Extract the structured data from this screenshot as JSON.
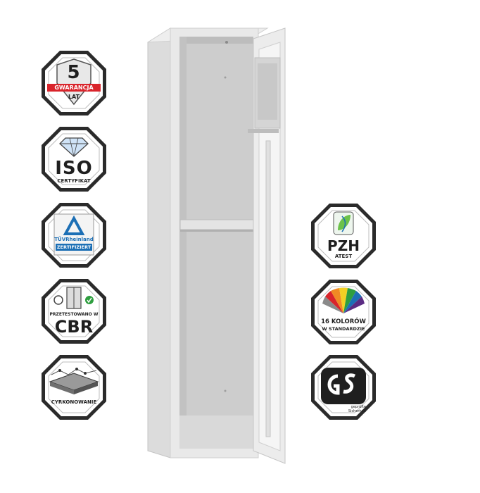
{
  "badges_left": [
    {
      "id": "warranty",
      "number": "5",
      "band": "GWARANCJA",
      "sub": "LAT"
    },
    {
      "id": "iso",
      "title": "ISO",
      "sub": "CERTYFIKAT"
    },
    {
      "id": "tuv",
      "brand": "TÜVRheinland",
      "sub": "ZERTIFIZIERT"
    },
    {
      "id": "cbr",
      "top": "PRZETESTOWANO W",
      "title": "CBR"
    },
    {
      "id": "zinc",
      "sub": "CYRKONOWANIE"
    }
  ],
  "badges_right": [
    {
      "id": "pzh",
      "title": "PZH",
      "sub": "ATEST"
    },
    {
      "id": "colors",
      "title": "16 KOLORÓW",
      "sub": "W STANDARDZIE"
    },
    {
      "id": "gs",
      "line1": "geprüfte",
      "line2": "Sicherheit"
    }
  ],
  "colors": {
    "badge_border": "#2b2b2b",
    "warranty_red": "#d9242b",
    "tuv_blue": "#1c6fb5",
    "check_green": "#2e9e3f",
    "cabinet_light": "#e6e6e6",
    "cabinet_inner": "#c9c9c9"
  }
}
